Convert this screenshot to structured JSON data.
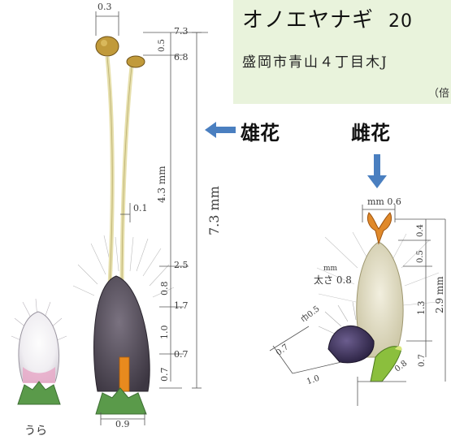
{
  "header": {
    "title": "オノエヤナギ",
    "year": "20",
    "location": "盛岡市青山４丁目木J",
    "magnification": "（倍"
  },
  "labels": {
    "male_flower": "雄花",
    "female_flower": "雌花",
    "back_side": "うら"
  },
  "male_measurements": {
    "anther_width": "0.3",
    "anther_len": "0.5",
    "total_top": "7.3",
    "anther_tip": "6.8",
    "filament": "4.3 mm",
    "filament_width": "0.1",
    "total": "7.3 mm",
    "mark_25": "2.5",
    "seg_08": "0.8",
    "mark_17": "1.7",
    "seg_10": "1.0",
    "mark_07": "0.7",
    "seg_07": "0.7",
    "base_width": "0.9"
  },
  "female_measurements": {
    "stigma_width": "mm 0.6",
    "stigma_len": "0.4",
    "style_len": "0.5",
    "ovary_len": "1.3",
    "total": "2.9 mm",
    "thickness": "太さ 0.8",
    "thickness_unit": "mm",
    "bract_width": "巾0.5",
    "bract_len": "0.7",
    "gland_len": "1.0",
    "gland_width": "0.8",
    "base": "0.7"
  },
  "colors": {
    "title_bg": "#e9f3dc",
    "arrow": "#4a7fc0",
    "filament": "#ece6b4",
    "anther": "#c19a3a",
    "bract": "#4a4450",
    "nectary": "#e88a1e",
    "base": "#5a9a4a",
    "stigma": "#e0892a",
    "ovary": "#dcd6ba",
    "female_bract": "#3a2f5a",
    "pink": "#e7a9c8"
  }
}
